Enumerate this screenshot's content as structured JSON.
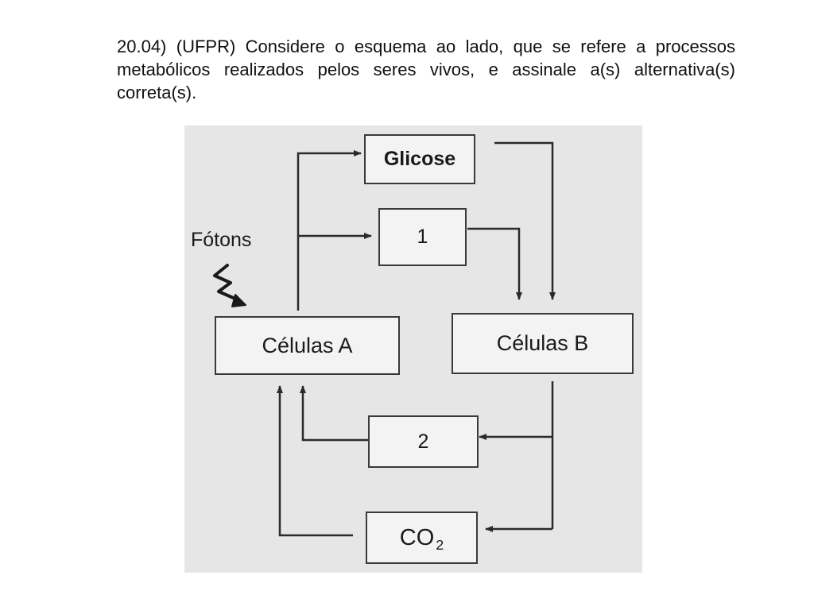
{
  "question": {
    "text": "20.04) (UFPR) Considere o esquema ao lado, que se refere a processos metabólicos realizados pelos seres vivos, e assinale a(s) alternativa(s) correta(s)."
  },
  "diagram": {
    "glucose_label": "Glicose",
    "box1_label": "1",
    "box2_label": "2",
    "cells_a_label": "Células A",
    "cells_b_label": "Células B",
    "co2_main": "CO",
    "co2_subscript": "2",
    "photons_label": "Fótons",
    "colors": {
      "background": "#e6e6e6",
      "box_fill": "#f3f3f3",
      "lines": "#2a2a2a"
    }
  }
}
